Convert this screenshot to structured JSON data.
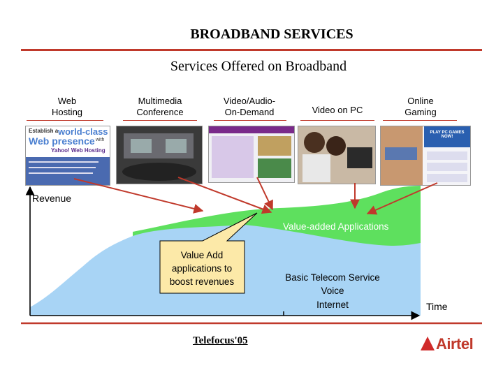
{
  "title": "BROADBAND SERVICES",
  "subtitle": "Services Offered on Broadband",
  "services": [
    {
      "label": "Web\nHosting"
    },
    {
      "label": "Multimedia\nConference"
    },
    {
      "label": "Video/Audio-\nOn-Demand"
    },
    {
      "label": "Video on PC"
    },
    {
      "label": "Online\nGaming"
    }
  ],
  "thumbnails": {
    "web_hosting": {
      "line1": "Establish a",
      "line2": "world-class",
      "line3": "Web presence",
      "line4": "with",
      "line5": "Yahoo! Web Hosting"
    },
    "gaming": {
      "line1": "PLAY PC GAMES NOW!"
    }
  },
  "chart": {
    "y_label": "Revenue",
    "x_label": "Time",
    "value_added_label": "Value-added Applications",
    "basic_label_1": "Basic Telecom Service",
    "basic_label_2": "Voice",
    "basic_label_3": "Internet"
  },
  "callout": {
    "line1": "Value Add",
    "line2": "applications to",
    "line3": "boost revenues"
  },
  "footer": "Telefocus'05",
  "logo_text": "Airtel",
  "colors": {
    "accent": "#c0392b",
    "basic_area": "#a8d4f5",
    "value_area": "#5ee05e",
    "callout": "#fce9a8"
  }
}
